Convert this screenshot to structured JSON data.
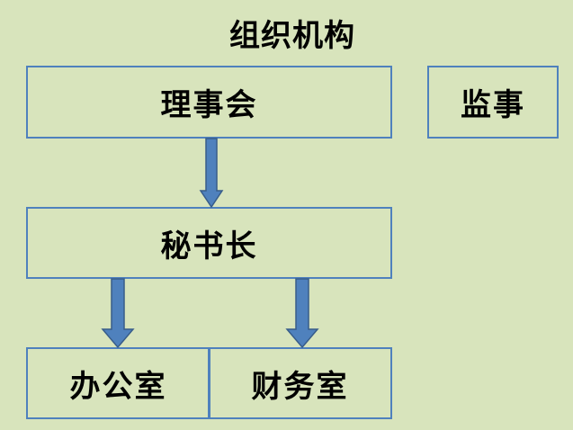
{
  "title": "组织机构",
  "nodes": {
    "board": "理事会",
    "supervisor": "监事",
    "secretary_general": "秘书长",
    "office": "办公室",
    "finance_office": "财务室"
  },
  "edges": [
    {
      "from": "board",
      "to": "secretary_general"
    },
    {
      "from": "secretary_general",
      "to": "office"
    },
    {
      "from": "secretary_general",
      "to": "finance_office"
    }
  ],
  "colors": {
    "background": "#d8e4bc",
    "box_border": "#4f81bd",
    "arrow_fill": "#4f81bd",
    "arrow_stroke": "#385d8a"
  }
}
